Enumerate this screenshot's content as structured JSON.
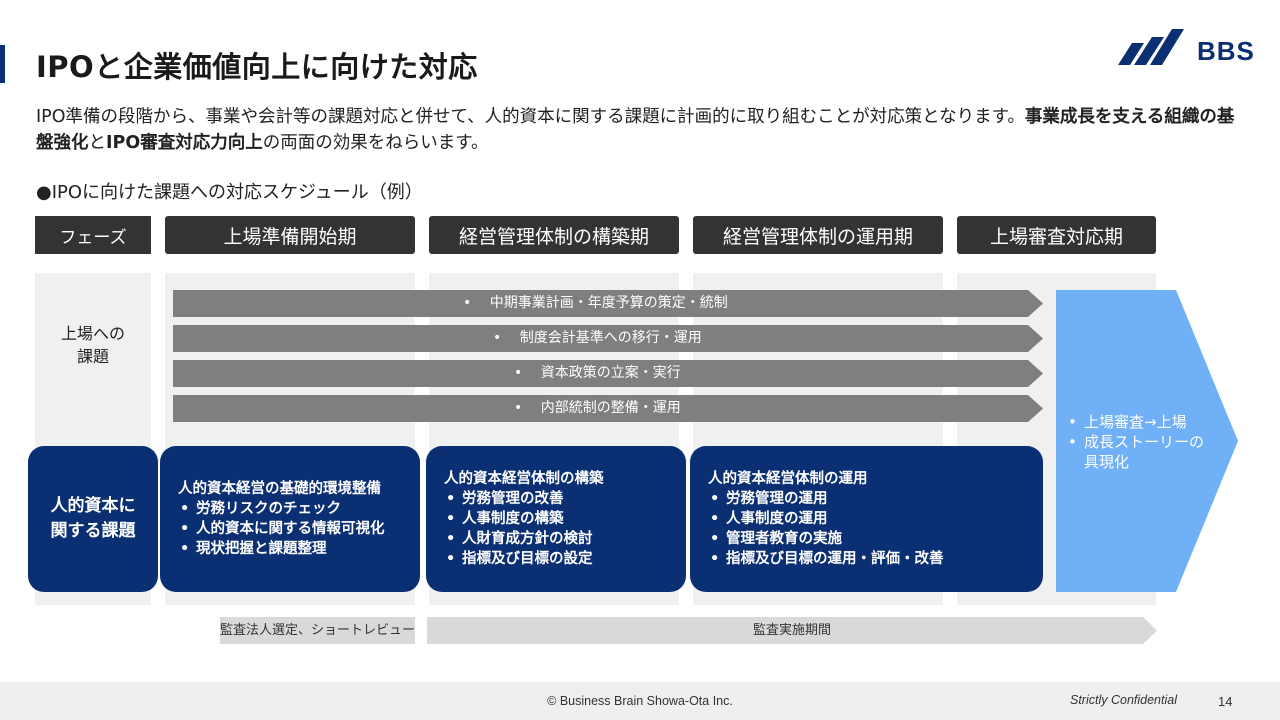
{
  "header": {
    "title": "IPOと企業価値向上に向けた対応",
    "logo_text": "BBS",
    "accent_color": "#0b2f73"
  },
  "intro": {
    "part1": "IPO準備の段階から、事業や会計等の課題対応と併せて、人的資本に関する課題に計画的に取り組むことが対応策となります。",
    "bold1": "事業成長を支える組織の基盤強化",
    "part2": "と",
    "bold2": "IPO審査対応力向上",
    "part3": "の両面の効果をねらいます。"
  },
  "schedule": {
    "heading": "●IPOに向けた課題への対応スケジュール（例）",
    "phase_label": "フェーズ",
    "phases": [
      "上場準備開始期",
      "経営管理体制の構築期",
      "経営管理体制の運用期",
      "上場審査対応期"
    ],
    "row_label_line1": "上場への",
    "row_label_line2": "課題",
    "tasks": [
      "•　 中期事業計画・年度予算の策定・統制",
      "•　 制度会計基準への移行・運用",
      "•　 資本政策の立案・実行",
      "•　 内部統制の整備・運用"
    ],
    "final_items": [
      "上場審査→上場",
      "成長ストーリーの",
      "具現化"
    ],
    "hc_label_line1": "人的資本に",
    "hc_label_line2": "関する課題",
    "hc_boxes": [
      {
        "head": "人的資本経営の基礎的環境整備",
        "items": [
          "労務リスクのチェック",
          "人的資本に関する情報可視化",
          "現状把握と課題整理"
        ]
      },
      {
        "head": "人的資本経営体制の構築",
        "items": [
          "労務管理の改善",
          "人事制度の構築",
          "人財育成方針の検討",
          "指標及び目標の設定"
        ]
      },
      {
        "head": "人的資本経営体制の運用",
        "items": [
          "労務管理の運用",
          "人事制度の運用",
          "管理者教育の実施",
          "指標及び目標の運用・評価・改善"
        ]
      }
    ],
    "audit_left": "監査法人選定、ショートレビュー",
    "audit_right": "監査実施期間"
  },
  "colors": {
    "dark_navy": "#0b2f73",
    "task_gray": "#7f7f7f",
    "light_blue": "#6fb0f7",
    "phase_dark": "#333333"
  },
  "footer": {
    "copyright": "© Business Brain Showa-Ota Inc.",
    "confidential": "Strictly Confidential",
    "page": "14"
  }
}
